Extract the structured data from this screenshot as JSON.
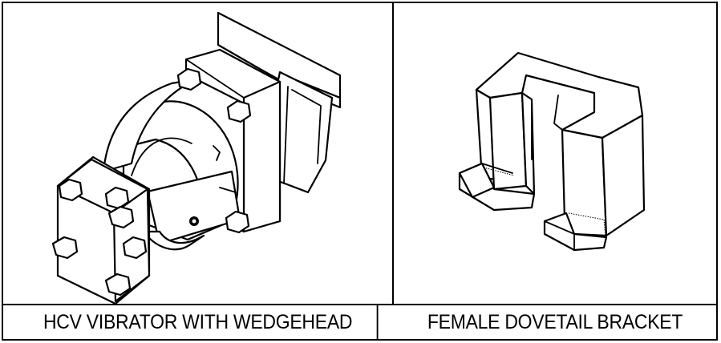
{
  "panels": [
    {
      "caption": "HCV VIBRATOR WITH WEDGEHEAD",
      "illustration_icon": "vibrator-wedgehead-drawing"
    },
    {
      "caption": "FEMALE DOVETAIL BRACKET",
      "illustration_icon": "dovetail-bracket-drawing"
    }
  ]
}
